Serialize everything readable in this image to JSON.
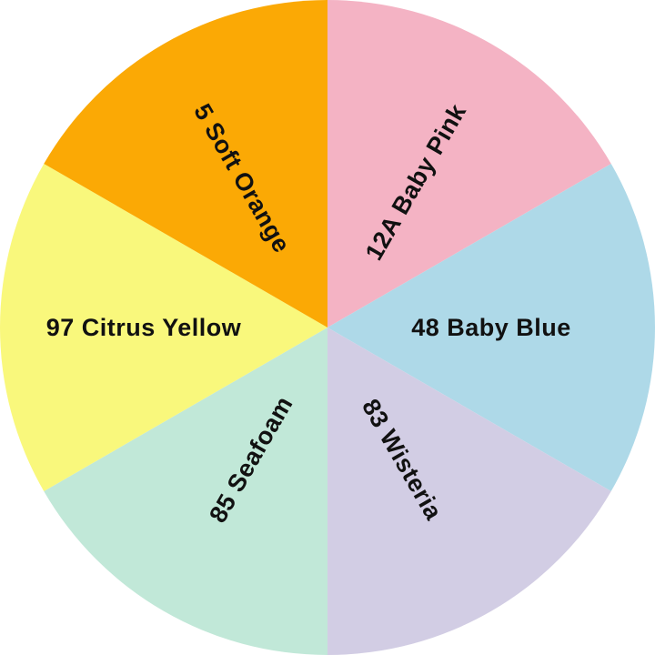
{
  "chart_data": {
    "type": "pie",
    "title": "",
    "categories": [
      "12A Baby Pink",
      "48 Baby Blue",
      "83 Wisteria",
      "85 Seafoam",
      "97 Citrus Yellow",
      "5 Soft Orange"
    ],
    "values": [
      1,
      1,
      1,
      1,
      1,
      1
    ],
    "colors": [
      "#F4B3C4",
      "#AED9E8",
      "#D2CDE4",
      "#C1E8D8",
      "#F9F87C",
      "#FBA905"
    ],
    "legend": "none (labels drawn inside slices)",
    "start_angle_deg": 90,
    "direction": "clockwise"
  },
  "slices": [
    {
      "label": "12A Baby Pink",
      "color": "#F4B3C4"
    },
    {
      "label": "48 Baby Blue",
      "color": "#AED9E8"
    },
    {
      "label": "83 Wisteria",
      "color": "#D2CDE4"
    },
    {
      "label": "85 Seafoam",
      "color": "#C1E8D8"
    },
    {
      "label": "97 Citrus Yellow",
      "color": "#F9F87C"
    },
    {
      "label": "5 Soft Orange",
      "color": "#FBA905"
    }
  ]
}
